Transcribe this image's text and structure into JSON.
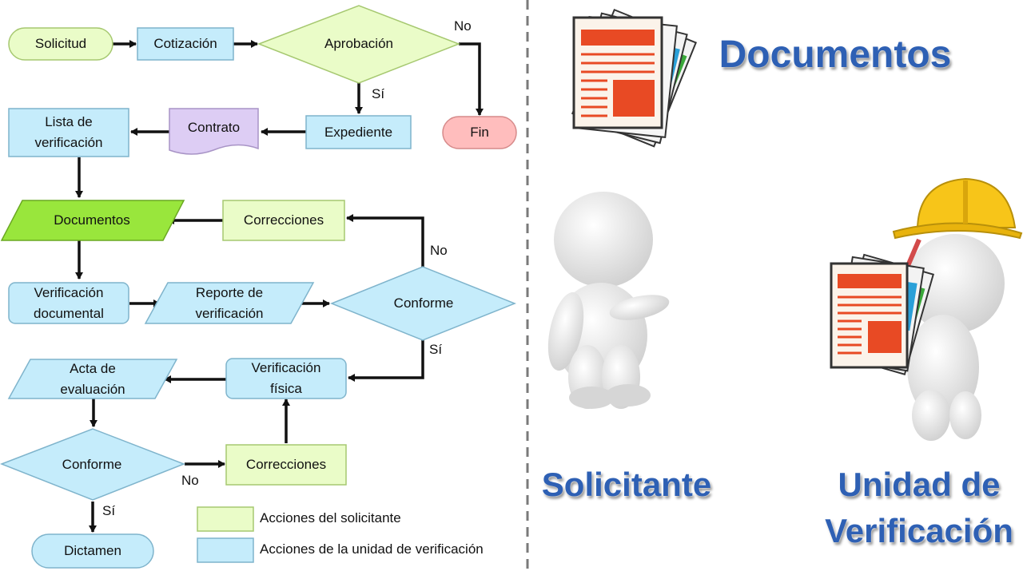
{
  "flow": {
    "solicitud": "Solicitud",
    "cotizacion": "Cotización",
    "aprobacion": "Aprobación",
    "fin": "Fin",
    "expediente": "Expediente",
    "contrato": "Contrato",
    "lista": "Lista de\nverificación",
    "documentos": "Documentos",
    "correcciones1": "Correcciones",
    "verif_doc": "Verificación\ndocumental",
    "reporte": "Reporte de\nverificación",
    "conforme1": "Conforme",
    "acta": "Acta de\nevaluación",
    "verif_fisica": "Verificación\nfísica",
    "conforme2": "Conforme",
    "correcciones2": "Correcciones",
    "dictamen": "Dictamen"
  },
  "edges": {
    "no_aprobacion": "No",
    "si_aprobacion": "Sí",
    "no_conforme1": "No",
    "si_conforme1": "Sí",
    "no_conforme2": "No",
    "si_conforme2": "Sí"
  },
  "legend": {
    "solicitante": "Acciones del solicitante",
    "unidad": "Acciones de la unidad de verificación"
  },
  "titles": {
    "documentos": "Documentos",
    "solicitante": "Solicitante",
    "unidad": "Unidad de\nVerificación"
  },
  "colors": {
    "applicant_green": "#eafcc8",
    "unit_blue": "#c5ecfb",
    "documentos_green": "#99e63c",
    "fin_pink": "#ffbdbd",
    "contrato_purple": "#ddcdf4",
    "title_blue": "#2e60b4"
  }
}
